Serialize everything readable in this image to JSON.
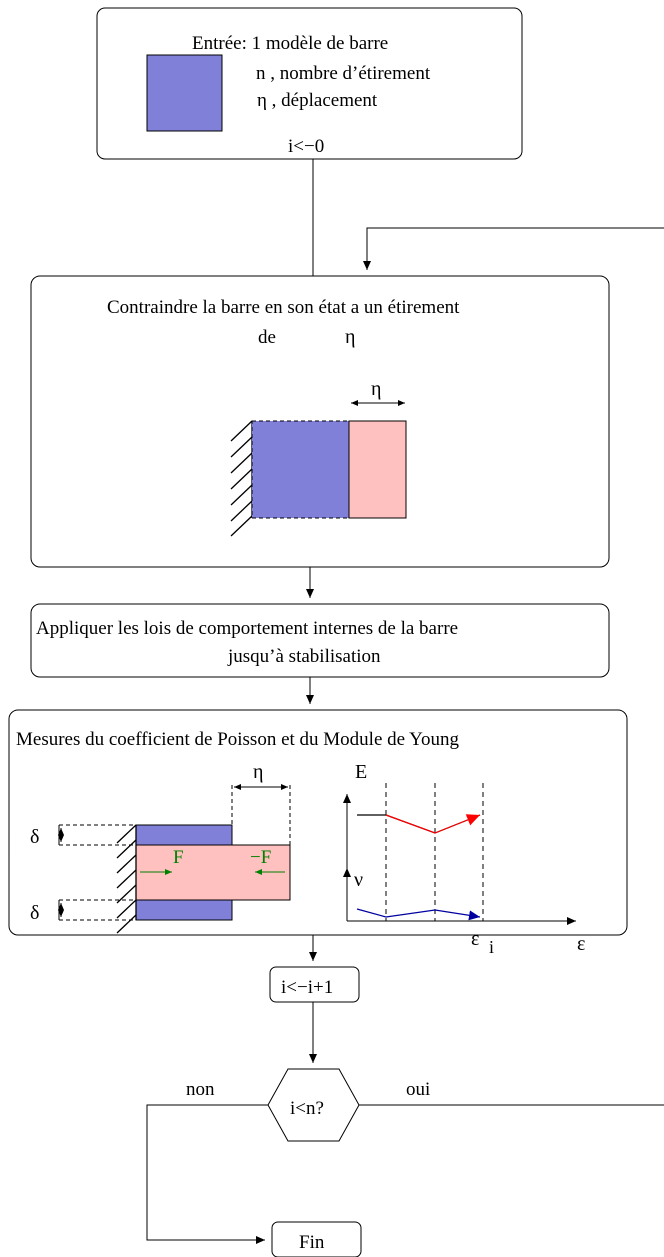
{
  "colors": {
    "blue": "#8080d8",
    "pink": "#ffc0c0",
    "force_green": "#008000",
    "curve_red": "#ff0000",
    "curve_blue": "#0000a0"
  },
  "input_box": {
    "title": "Entrée: 1 modèle de barre",
    "n_line": "n , nombre d’étirement",
    "eta_line": "η , déplacement",
    "init": "i<−0"
  },
  "constrain_box": {
    "line1": "Contraindre la barre en son état a un étirement",
    "line2_de": "de",
    "line2_eta": "η",
    "dim_label": "η"
  },
  "apply_box": {
    "line1": "Appliquer les lois de comportement internes de la barre",
    "line2": "jusqu’à stabilisation"
  },
  "measure_box": {
    "title": "Mesures du coefficient de Poisson et du Module de Young",
    "eta_label": "η",
    "delta_top": "δ",
    "delta_bottom": "δ",
    "force_left": "F",
    "force_right": "−F",
    "graph_E": "E",
    "graph_nu": "ν",
    "graph_eps_i": "ε",
    "graph_eps_i_sub": "i",
    "graph_eps": "ε"
  },
  "increment_box": {
    "label": "i<−i+1"
  },
  "decision": {
    "label": "i<n?",
    "no": "non",
    "yes": "oui"
  },
  "end_box": {
    "label": "Fin"
  }
}
